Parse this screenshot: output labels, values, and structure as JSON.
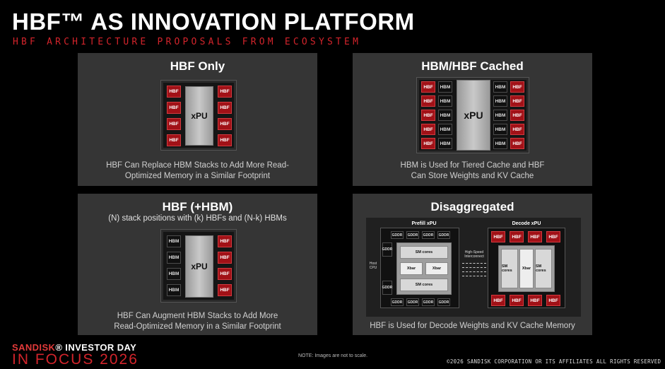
{
  "header": {
    "title": "HBF™ AS INNOVATION PLATFORM",
    "subtitle": "HBF ARCHITECTURE PROPOSALS FROM ECOSYSTEM"
  },
  "panels": {
    "hbf_only": {
      "title": "HBF Only",
      "xpu_label": "xPU",
      "chip_label": "HBF",
      "caption_line1": "HBF Can Replace HBM Stacks to Add More Read-",
      "caption_line2": "Optimized Memory in a Similar Footprint"
    },
    "cached": {
      "title": "HBM/HBF Cached",
      "xpu_label": "xPU",
      "hbf_label": "HBF",
      "hbm_label": "HBM",
      "caption_line1": "HBM is Used for Tiered Cache and HBF",
      "caption_line2": "Can Store Weights and KV Cache"
    },
    "hbf_hbm": {
      "title": "HBF (+HBM)",
      "subtitle": "(N) stack positions with (k) HBFs and (N-k) HBMs",
      "xpu_label": "xPU",
      "hbf_label": "HBF",
      "hbm_label": "HBM",
      "caption_line1": "HBF Can Augment HBM Stacks to Add More",
      "caption_line2": "Read-Optimized Memory in a Similar Footprint"
    },
    "disaggregated": {
      "title": "Disaggregated",
      "prefill_label": "Prefill xPU",
      "decode_label": "Decode xPU",
      "gddr_label": "GDDR",
      "hbf_label": "HBF",
      "sm_cores_label": "SM cores",
      "xbar_label": "Xbar",
      "sm_cores_small": "SM cores",
      "interconnect_label": "High-Speed Interconnect",
      "host_cpu_label": "Host CPU",
      "caption": "HBF is Used for Decode Weights and KV Cache Memory"
    }
  },
  "footer": {
    "brand": "SANDISK",
    "brand_rest": "® INVESTOR DAY",
    "tagline": "IN FOCUS 2026",
    "note": "NOTE: Images are not to scale.",
    "copyright": "©2026 SANDISK CORPORATION OR ITS AFFILIATES ALL RIGHTS RESERVED"
  },
  "colors": {
    "accent_red": "#d2242b",
    "hbf_chip": "#a11117",
    "hbm_chip": "#101010",
    "panel_bg": "#353535"
  }
}
